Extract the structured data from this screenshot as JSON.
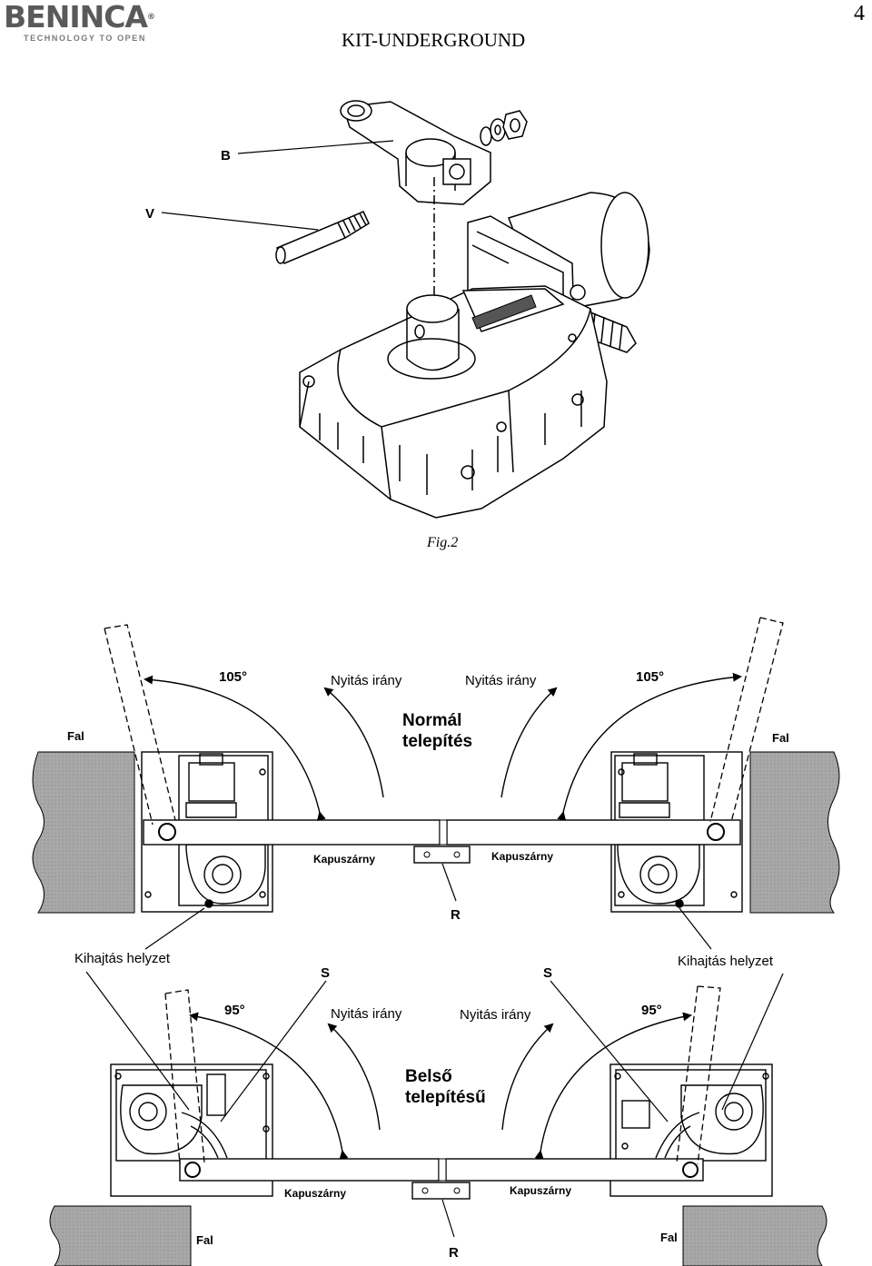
{
  "header": {
    "logo_text": "BENINCA",
    "logo_tagline": "TECHNOLOGY TO OPEN",
    "title": "KIT-UNDERGROUND",
    "page_number": "4"
  },
  "figure": {
    "caption": "Fig.2",
    "part_labels": {
      "b": "B",
      "v": "V"
    }
  },
  "normal_install": {
    "heading_line1": "Normál",
    "heading_line2": "telepítés",
    "angle": "105°",
    "open_direction": "Nyitás irány",
    "wall": "Fal",
    "gate_leaf": "Kapuszárny",
    "release_position": "Kihajtás helyzet",
    "r_label": "R"
  },
  "inner_install": {
    "heading_line1": "Belső",
    "heading_line2": "telepítésű",
    "angle": "95°",
    "open_direction": "Nyitás irány",
    "wall": "Fal",
    "gate_leaf": "Kapuszárny",
    "s_label": "S",
    "r_label": "R"
  }
}
